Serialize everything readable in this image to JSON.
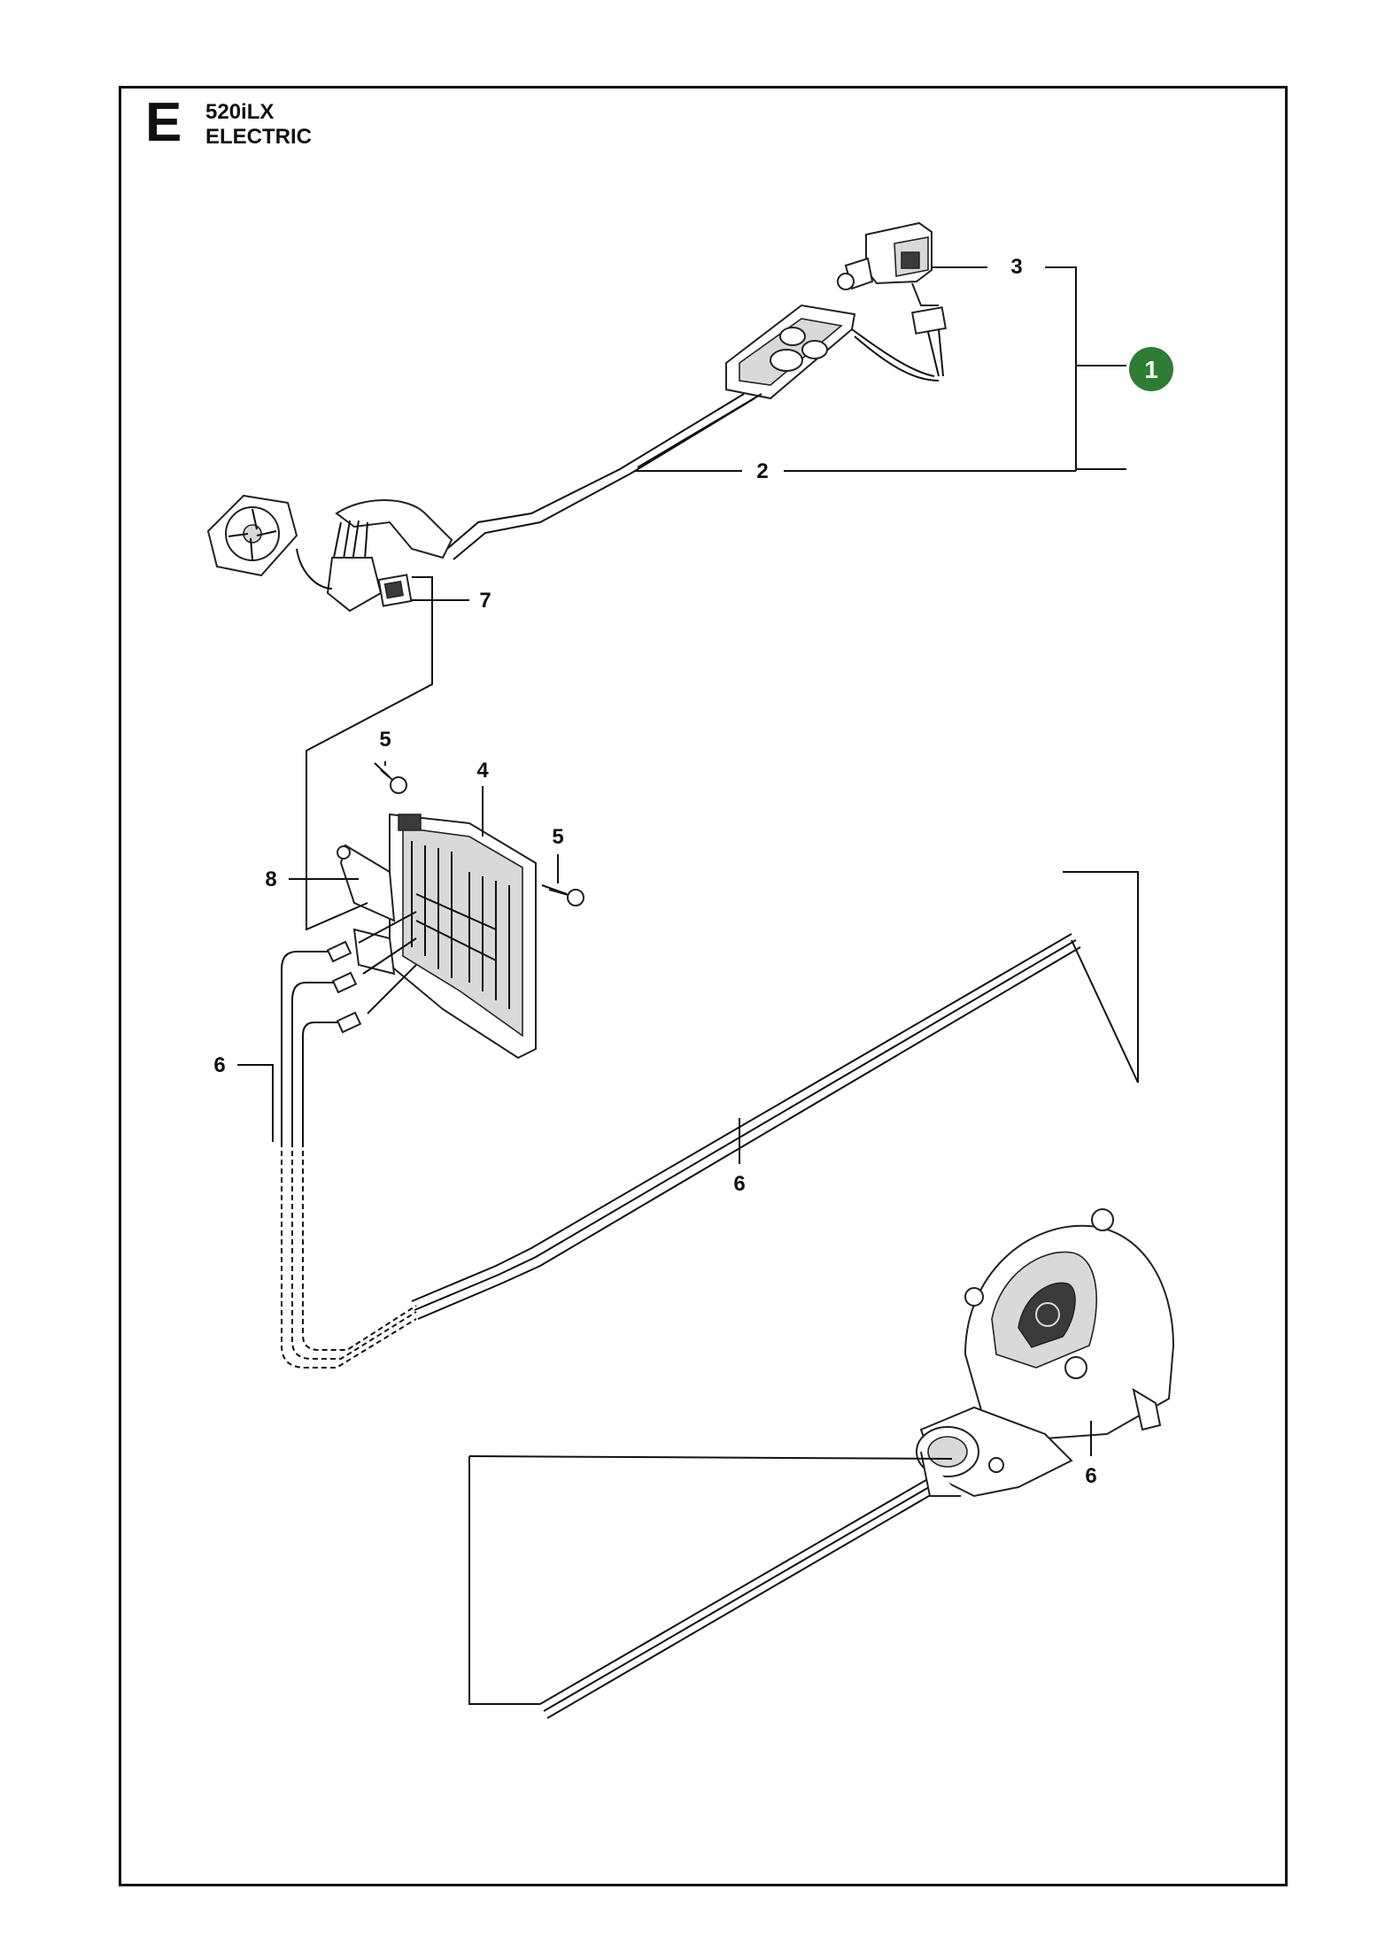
{
  "header": {
    "section_letter": "E",
    "model": "520iLX",
    "section": "ELECTRIC"
  },
  "callouts": {
    "c1": "1",
    "c2": "2",
    "c3": "3",
    "c4": "4",
    "c5a": "5",
    "c5b": "5",
    "c6a": "6",
    "c6b": "6",
    "c6c": "6",
    "c7": "7",
    "c8": "8"
  },
  "colors": {
    "assembly_badge": "#2e7d32",
    "line": "#111111"
  }
}
